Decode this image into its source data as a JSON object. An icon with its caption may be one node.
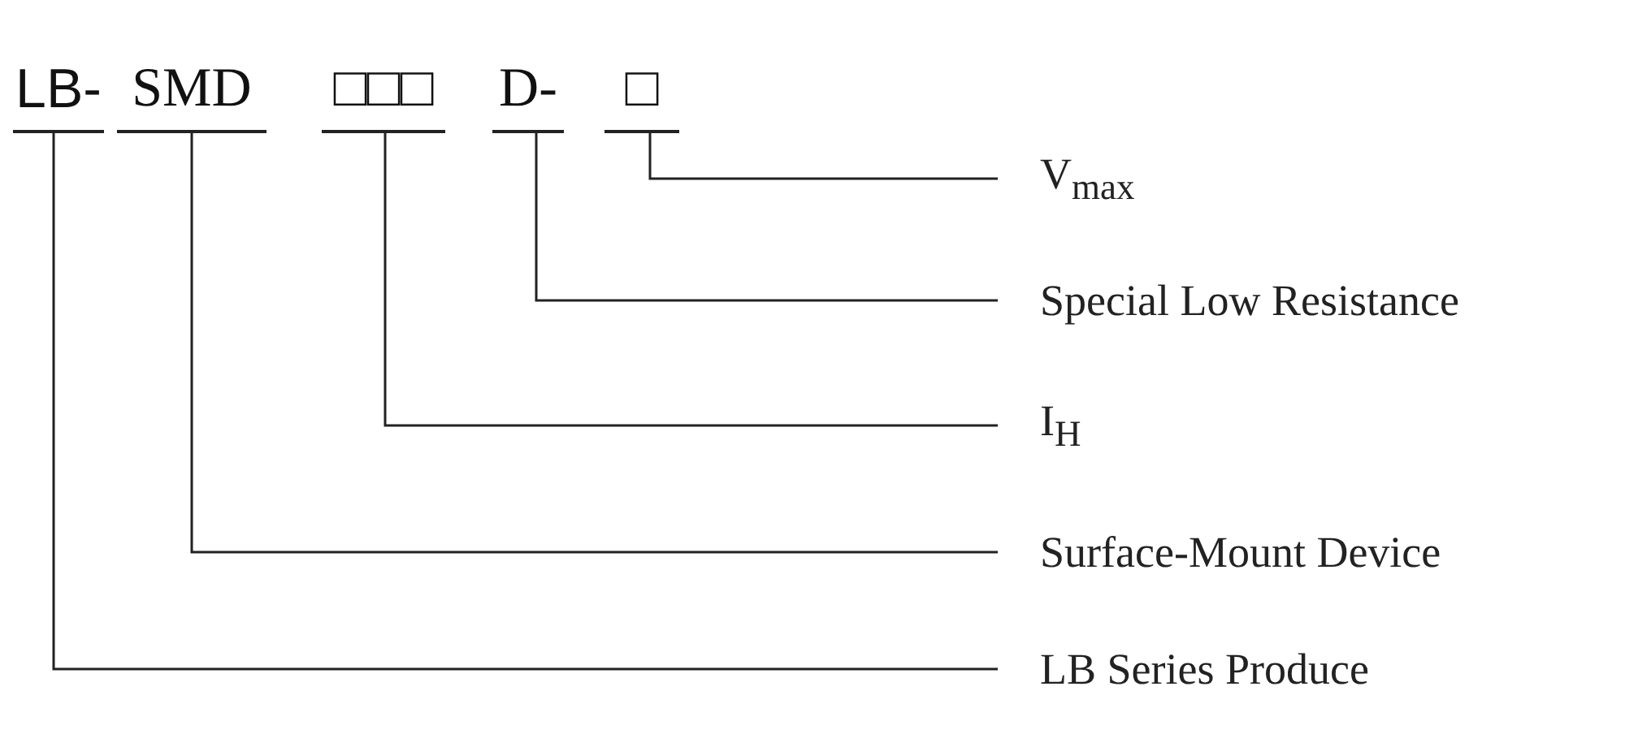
{
  "diagram": {
    "nodes": [
      {
        "text": [
          "LB-"
        ]
      },
      {
        "text": [
          "SMD"
        ]
      },
      {
        "text": [
          "□□□"
        ]
      },
      {
        "text": [
          "D-"
        ]
      },
      {
        "text": [
          "□"
        ]
      },
      {
        "text": [
          "V$_{max}$"
        ]
      },
      {
        "text": [
          "Special Low Resistance"
        ]
      },
      {
        "text": [
          "I$_{H}$"
        ]
      },
      {
        "text": [
          "Surface-Mount Device"
        ]
      },
      {
        "text": [
          "LB Series Produce"
        ]
      }
    ],
    "edges": [
      {
        "from": 4,
        "to": 5,
        "arrow": "none"
      },
      {
        "from": 3,
        "to": 6,
        "arrow": "none"
      },
      {
        "from": 2,
        "to": 7,
        "arrow": "none"
      },
      {
        "from": 1,
        "to": 8,
        "arrow": "none"
      },
      {
        "from": 0,
        "to": 9,
        "arrow": "none"
      }
    ]
  }
}
